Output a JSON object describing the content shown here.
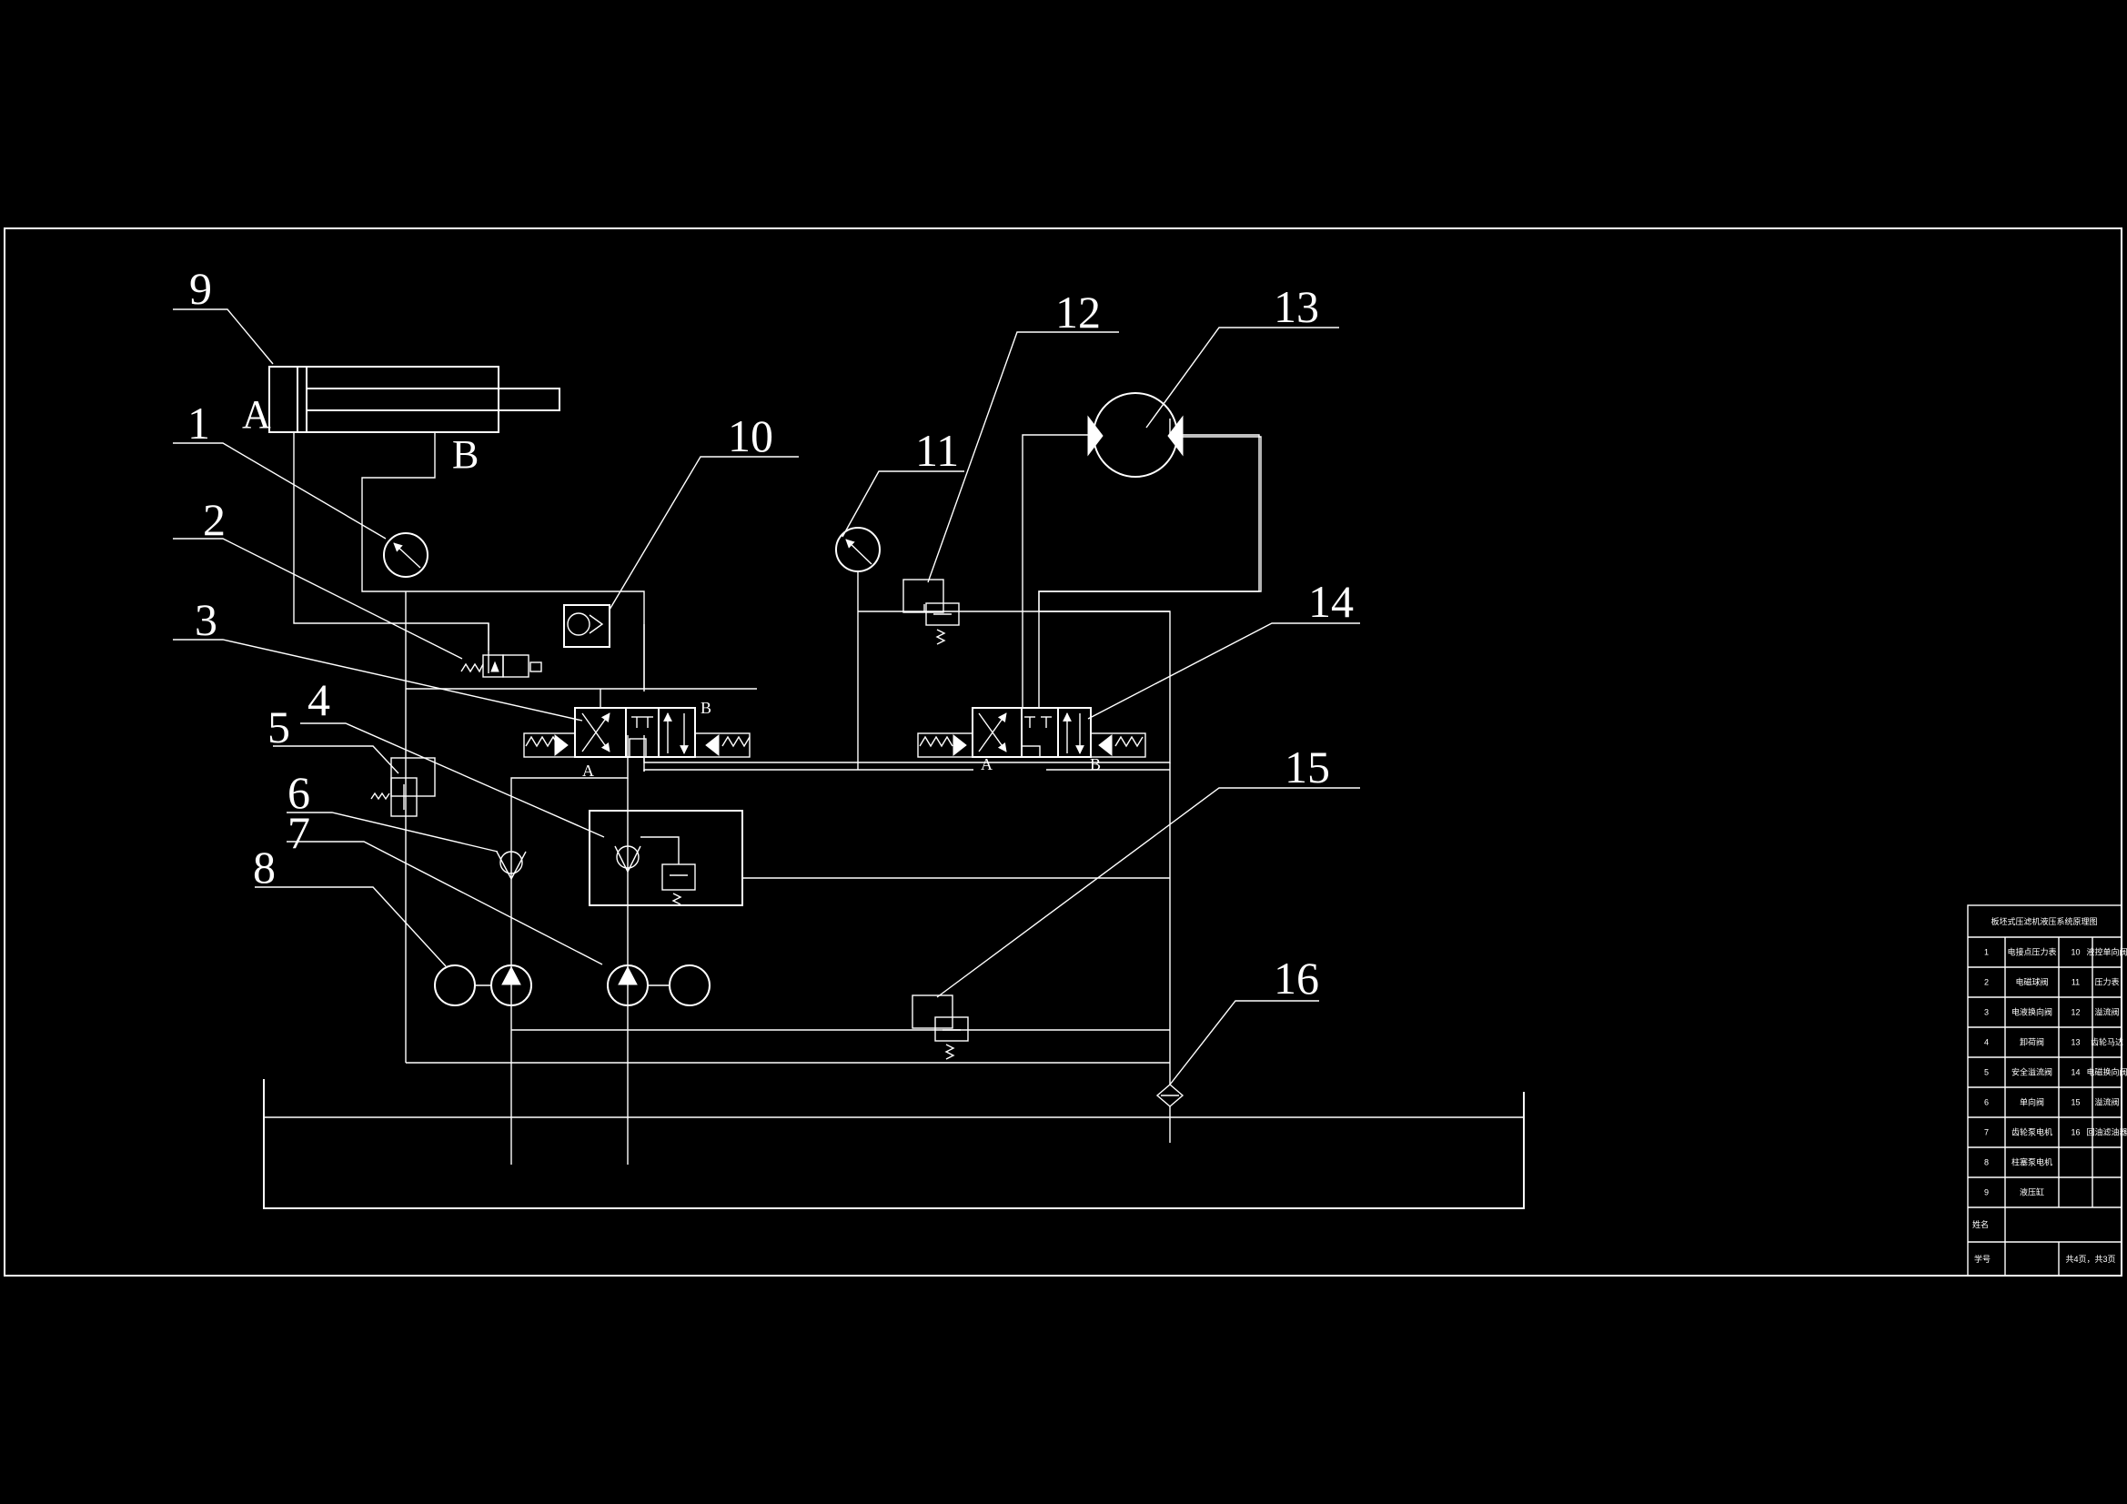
{
  "callouts": [
    "1",
    "2",
    "3",
    "4",
    "5",
    "6",
    "7",
    "8",
    "9",
    "10",
    "11",
    "12",
    "13",
    "14",
    "15",
    "16"
  ],
  "ports": {
    "cyl_a": "A",
    "cyl_b": "B",
    "v3_a": "A",
    "v3_b": "B",
    "v14_a": "A",
    "v14_b": "B"
  },
  "title_block": {
    "title": "板坯式压滤机液压系统原理图",
    "rows": [
      [
        "1",
        "电接点压力表",
        "10",
        "液控单向阀"
      ],
      [
        "2",
        "电磁球阀",
        "11",
        "压力表"
      ],
      [
        "3",
        "电液换向阀",
        "12",
        "溢流阀"
      ],
      [
        "4",
        "卸荷阀",
        "13",
        "齿轮马达"
      ],
      [
        "5",
        "安全溢流阀",
        "14",
        "电磁换向阀"
      ],
      [
        "6",
        "单向阀",
        "15",
        "溢流阀"
      ],
      [
        "7",
        "齿轮泵电机",
        "16",
        "回油滤油器"
      ],
      [
        "8",
        "柱塞泵电机",
        "",
        ""
      ],
      [
        "9",
        "液压缸",
        "",
        ""
      ]
    ],
    "name_label": "姓名",
    "id_label": "学号",
    "pages": "共4页，共3页"
  }
}
